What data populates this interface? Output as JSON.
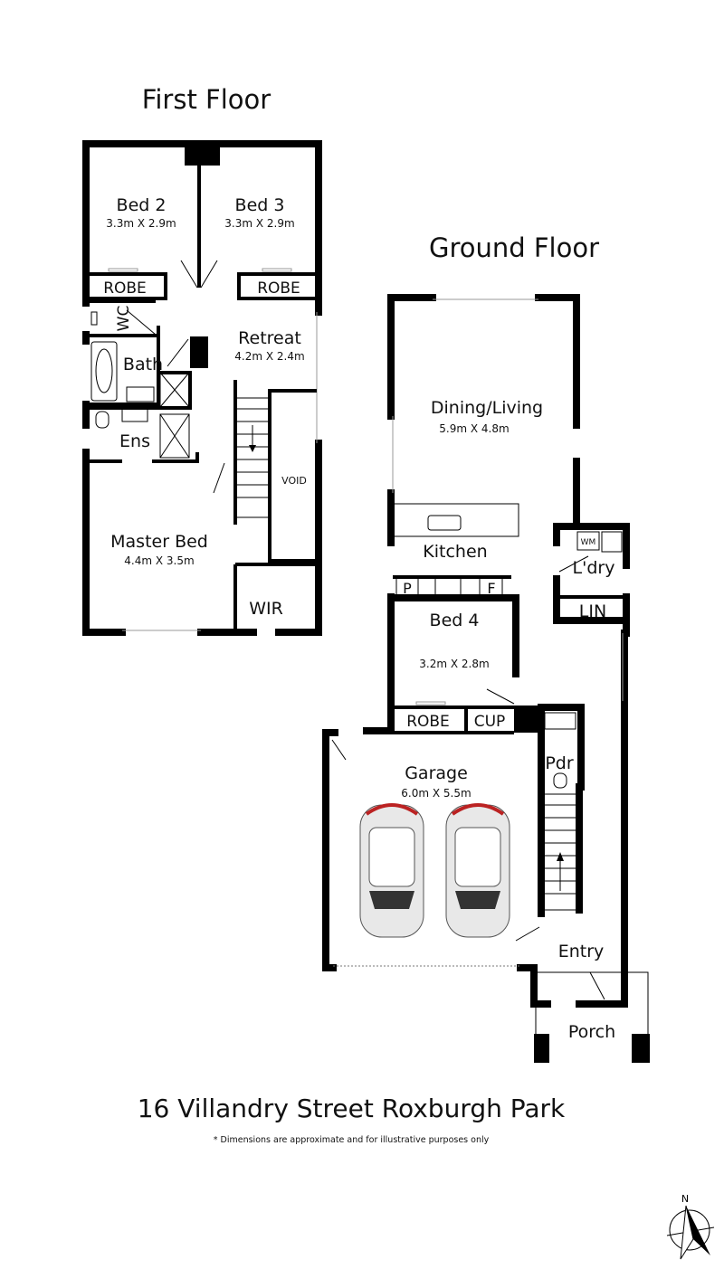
{
  "first_floor": {
    "title": "First Floor",
    "rooms": {
      "bed2": {
        "name": "Bed 2",
        "dims": "3.3m X 2.9m"
      },
      "bed3": {
        "name": "Bed 3",
        "dims": "3.3m X 2.9m"
      },
      "robe_left": {
        "name": "ROBE"
      },
      "robe_right": {
        "name": "ROBE"
      },
      "wc": {
        "name": "WC"
      },
      "retreat": {
        "name": "Retreat",
        "dims": "4.2m X 2.4m"
      },
      "bath": {
        "name": "Bath"
      },
      "ens": {
        "name": "Ens"
      },
      "void": {
        "name": "VOID"
      },
      "master": {
        "name": "Master Bed",
        "dims": "4.4m X 3.5m"
      },
      "wir": {
        "name": "WIR"
      }
    }
  },
  "ground_floor": {
    "title": "Ground Floor",
    "rooms": {
      "dining": {
        "name": "Dining/Living",
        "dims": "5.9m X 4.8m"
      },
      "kitchen": {
        "name": "Kitchen"
      },
      "pantry": {
        "name": "P"
      },
      "fridge": {
        "name": "F"
      },
      "wm": {
        "name": "WM"
      },
      "laundry": {
        "name": "L'dry"
      },
      "lin": {
        "name": "LIN"
      },
      "bed4": {
        "name": "Bed 4",
        "dims": "3.2m X 2.8m"
      },
      "robe": {
        "name": "ROBE"
      },
      "cup": {
        "name": "CUP"
      },
      "pdr": {
        "name": "Pdr"
      },
      "garage": {
        "name": "Garage",
        "dims": "6.0m X 5.5m"
      },
      "entry": {
        "name": "Entry"
      },
      "porch": {
        "name": "Porch"
      }
    }
  },
  "address": "16 Villandry Street Roxburgh Park",
  "disclaimer": "* Dimensions are approximate and for illustrative purposes only",
  "compass": {
    "label": "N"
  }
}
